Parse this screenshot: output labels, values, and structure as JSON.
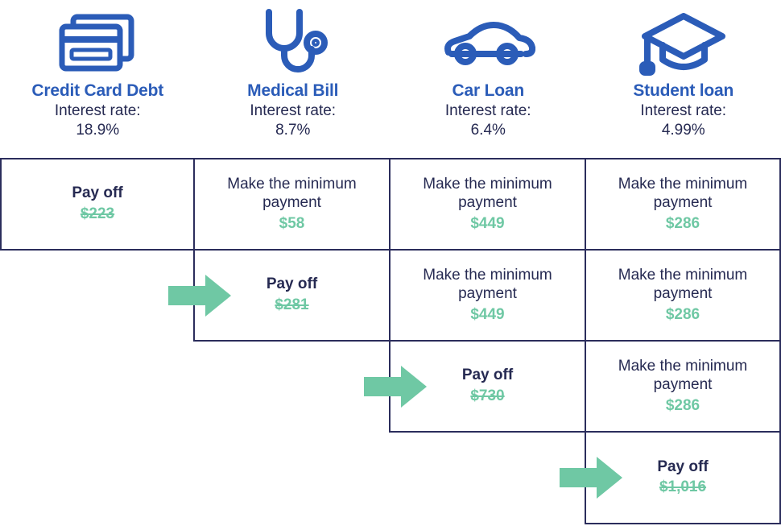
{
  "debts": [
    {
      "name": "Credit Card Debt",
      "rate_label": "Interest rate:",
      "rate": "18.9%",
      "icon": "credit-cards-icon"
    },
    {
      "name": "Medical Bill",
      "rate_label": "Interest rate:",
      "rate": "8.7%",
      "icon": "stethoscope-icon"
    },
    {
      "name": "Car Loan",
      "rate_label": "Interest rate:",
      "rate": "6.4%",
      "icon": "car-icon"
    },
    {
      "name": "Student loan",
      "rate_label": "Interest rate:",
      "rate": "4.99%",
      "icon": "graduation-cap-icon"
    }
  ],
  "rows": [
    {
      "cells": [
        {
          "action": "Pay off",
          "amount": "$223",
          "type": "payoff",
          "struck": true
        },
        {
          "action": "Make the minimum payment",
          "amount": "$58",
          "type": "minimum",
          "struck": false
        },
        {
          "action": "Make the minimum payment",
          "amount": "$449",
          "type": "minimum",
          "struck": false
        },
        {
          "action": "Make the minimum payment",
          "amount": "$286",
          "type": "minimum",
          "struck": false
        }
      ]
    },
    {
      "cells": [
        {
          "action": "Pay off",
          "amount": "$281",
          "type": "payoff",
          "struck": true
        },
        {
          "action": "Make the minimum payment",
          "amount": "$449",
          "type": "minimum",
          "struck": false
        },
        {
          "action": "Make the minimum payment",
          "amount": "$286",
          "type": "minimum",
          "struck": false
        }
      ]
    },
    {
      "cells": [
        {
          "action": "Pay off",
          "amount": "$730",
          "type": "payoff",
          "struck": true
        },
        {
          "action": "Make the minimum payment",
          "amount": "$286",
          "type": "minimum",
          "struck": false
        }
      ]
    },
    {
      "cells": [
        {
          "action": "Pay off",
          "amount": "$1,016",
          "type": "payoff",
          "struck": true
        }
      ]
    }
  ],
  "arrows": [
    {
      "name": "arrow-to-medical-bill-payoff"
    },
    {
      "name": "arrow-to-car-loan-payoff"
    },
    {
      "name": "arrow-to-student-loan-payoff"
    }
  ],
  "colors": {
    "title_blue": "#2b5cb8",
    "text_navy": "#262a52",
    "border_navy": "#2b2d5c",
    "accent_green": "#6fc8a4"
  }
}
